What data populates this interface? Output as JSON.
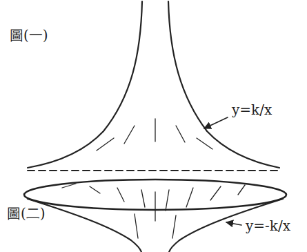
{
  "diagram": {
    "labels": [
      "圖(一)",
      "y=k/x",
      "圖(二)",
      "y=-k/x"
    ]
  }
}
